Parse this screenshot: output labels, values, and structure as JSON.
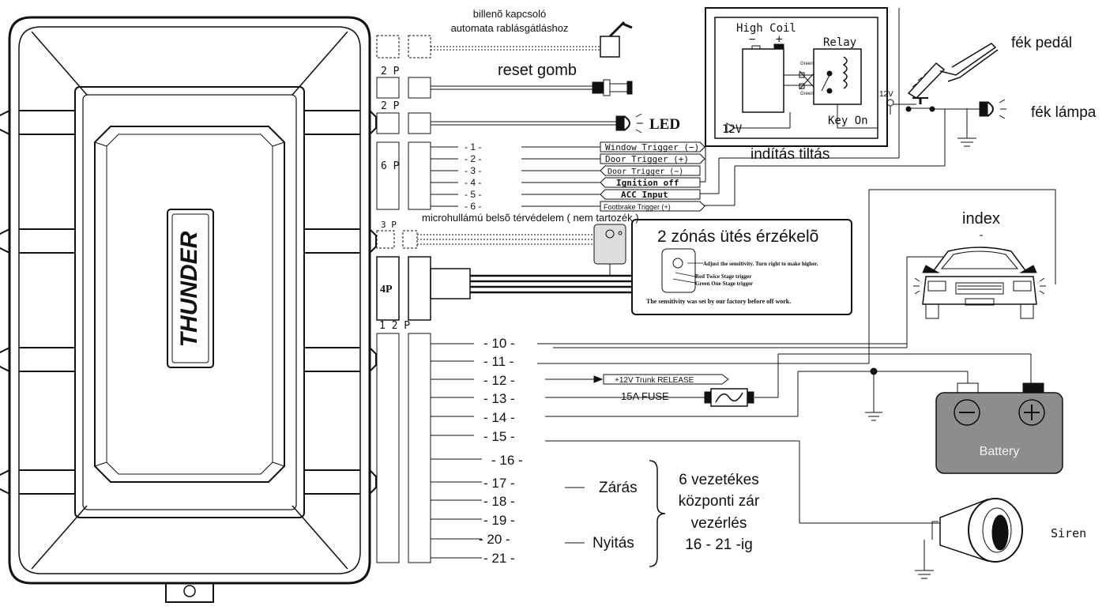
{
  "unit": {
    "brand": "THUNDER"
  },
  "switch": {
    "label_line1": "billenõ kapcsoló",
    "label_line2": "automata rablásgátláshoz"
  },
  "reset": {
    "label": "reset gomb",
    "pins": "2 P"
  },
  "led": {
    "label": "LED",
    "pins": "2 P"
  },
  "relay_box": {
    "high_coil": "High Coil",
    "relay": "Relay",
    "minus": "−",
    "plus": "+",
    "green_top": "Green",
    "green_bottom": "Green",
    "v12": "12V",
    "key_on": "Key On"
  },
  "ignition_cut": {
    "label": "indítás tiltás"
  },
  "brake": {
    "pedal_label": "fék pedál",
    "lamp_label": "fék lámpa",
    "v12": "12V"
  },
  "connector_6p": {
    "pins": "6 P",
    "wires": [
      {
        "num": "- 1 -",
        "label": "Window Trigger (−)"
      },
      {
        "num": "- 2 -",
        "label": "Door Trigger (+)"
      },
      {
        "num": "- 3 -",
        "label": "Door Trigger (−)"
      },
      {
        "num": "- 4 -",
        "label": "Ignition off"
      },
      {
        "num": "- 5 -",
        "label": "ACC Input"
      },
      {
        "num": "- 6 -",
        "label": "Footbrake Trigger (+)"
      }
    ]
  },
  "microwave": {
    "pins": "3 P",
    "label": "microhullámú belsõ térvédelem ( nem tartozék )"
  },
  "shock_sensor": {
    "pins": "4P",
    "title": "2 zónás ütés érzékelõ",
    "adjust": "Adjust the sensitivity. Turn right to make higher.",
    "red": "Red Twice Stage trigger",
    "green": "Green One Stage trigger",
    "factory": "The sensitivity was set by our factory before off work."
  },
  "index": {
    "label": "index"
  },
  "connector_12p": {
    "pins": "1 2  P",
    "wires": [
      "- 10 -",
      "- 11 -",
      "- 12 -",
      "- 13 -",
      "- 14 -",
      "- 15 -",
      "- 16 -",
      "- 17 -",
      "- 18 -",
      "- 19 -",
      "- 20 -",
      "- 21 -"
    ]
  },
  "trunk": {
    "label": "+12V Trunk RELEASE"
  },
  "fuse": {
    "label": "15A FUSE"
  },
  "battery": {
    "label": "Battery"
  },
  "siren": {
    "label": "Siren"
  },
  "central_lock": {
    "zaras": "Zárás",
    "nyitas": "Nyitás",
    "line1": "6 vezetékes",
    "line2": "központi zár",
    "line3": "vezérlés",
    "line4": "16 - 21 -ig"
  }
}
